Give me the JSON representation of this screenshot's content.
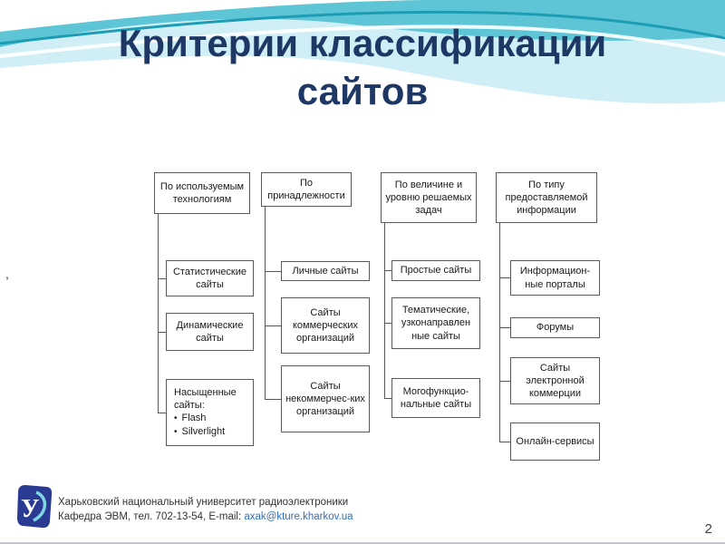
{
  "colors": {
    "title": "#1f3765",
    "wave_light": "#cfeef5",
    "wave_medium": "#5ec5d6",
    "wave_dark": "#2fafc6",
    "link": "#2e6fc0",
    "logo_blue": "#2b3a92"
  },
  "slide": {
    "title_line1": "Критерии классификации",
    "title_line2": "сайтов",
    "stray_mark": ",",
    "page_number": "2"
  },
  "diagram": {
    "columns": [
      {
        "header": "По используемым технологиям",
        "items": [
          {
            "text": "Статистические сайты"
          },
          {
            "text": "Динамические сайты"
          },
          {
            "text": "Насыщенные сайты:",
            "bullets": [
              "Flash",
              "Silverlight"
            ]
          }
        ]
      },
      {
        "header": "По принадлежности",
        "items": [
          {
            "text": "Личные сайты"
          },
          {
            "text": "Сайты коммерческих организаций"
          },
          {
            "text": "Сайты некоммерчес-ких организаций"
          }
        ]
      },
      {
        "header": "По величине и уровню решаемых задач",
        "items": [
          {
            "text": "Простые сайты"
          },
          {
            "text": "Тематические, узконаправлен ные сайты"
          },
          {
            "text": "Могофункцио-нальные сайты"
          }
        ]
      },
      {
        "header": "По типу предоставляемой информации",
        "items": [
          {
            "text": "Информацион-ные порталы"
          },
          {
            "text": "Форумы"
          },
          {
            "text": "Сайты электронной коммерции"
          },
          {
            "text": "Онлайн-сервисы"
          }
        ]
      }
    ]
  },
  "footer": {
    "organization": "Харьковский национальный университет радиоэлектроники",
    "department_prefix": "Кафедра ЭВМ, тел. 702-13-54, E-mail: ",
    "email": "axak@kture.kharkov.ua"
  }
}
